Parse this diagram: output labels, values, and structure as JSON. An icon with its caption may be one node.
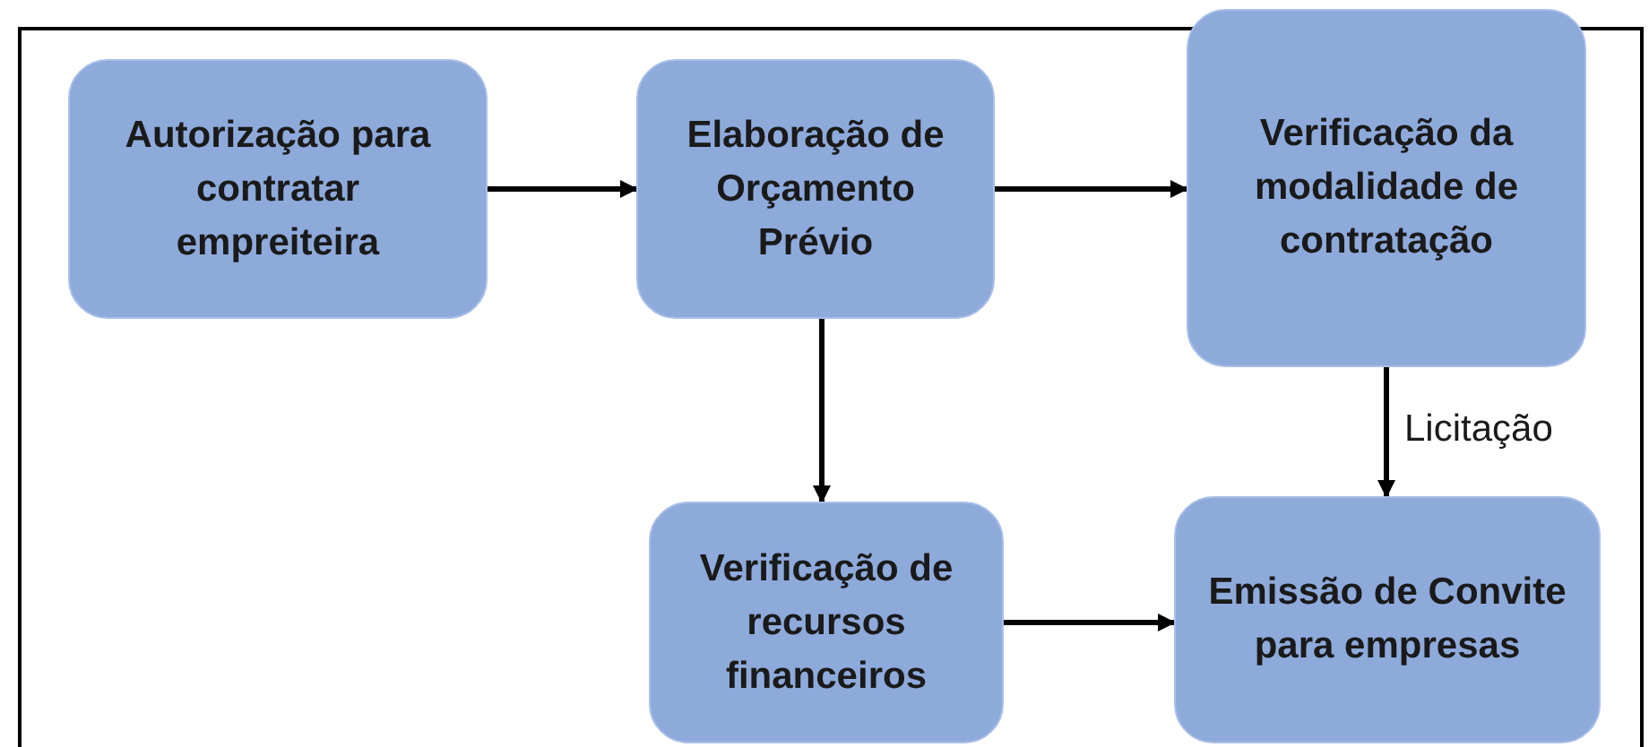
{
  "diagram": {
    "nodes": [
      {
        "text": [
          "Autorização para contratar empreiteira"
        ]
      },
      {
        "text": [
          "Elaboração de Orçamento Prévio"
        ]
      },
      {
        "text": [
          "Verificação da modalidade de contratação"
        ]
      },
      {
        "text": [
          "Verificação de recursos financeiros"
        ]
      },
      {
        "text": [
          "Emissão de Convite para empresas"
        ]
      }
    ],
    "edges": [
      {
        "from": 0,
        "to": 1,
        "arrow": "to"
      },
      {
        "from": 1,
        "to": 2,
        "arrow": "to"
      },
      {
        "from": 1,
        "to": 3,
        "arrow": "to"
      },
      {
        "from": 2,
        "to": 4,
        "arrow": "to",
        "label": "Licitação"
      },
      {
        "from": 3,
        "to": 4,
        "arrow": "to"
      }
    ]
  }
}
